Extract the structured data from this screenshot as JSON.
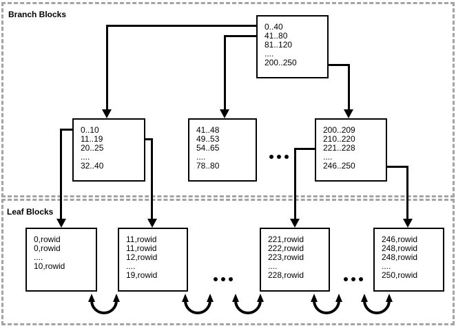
{
  "diagram": {
    "regions": {
      "branch": {
        "label": "Branch Blocks"
      },
      "leaf": {
        "label": "Leaf Blocks"
      }
    },
    "blocks": {
      "root": {
        "lines": [
          "0..40",
          "41..80",
          "81..120",
          "....",
          "200..250"
        ]
      },
      "branch_left": {
        "lines": [
          "0..10",
          "11..19",
          "20..25",
          "....",
          "32..40"
        ]
      },
      "branch_mid": {
        "lines": [
          "41..48",
          "49..53",
          "54..65",
          "....",
          "78..80"
        ]
      },
      "branch_right": {
        "lines": [
          "200..209",
          "210..220",
          "221..228",
          "....",
          "246..250"
        ]
      },
      "leaf_1": {
        "lines": [
          "0,rowid",
          "0,rowid",
          "....",
          "10,rowid"
        ]
      },
      "leaf_2": {
        "lines": [
          "11,rowid",
          "11,rowid",
          "12,rowid",
          "....",
          "19,rowid"
        ]
      },
      "leaf_3": {
        "lines": [
          "221,rowid",
          "222,rowid",
          "223,rowid",
          "....",
          "228,rowid"
        ]
      },
      "leaf_4": {
        "lines": [
          "246,rowid",
          "248,rowid",
          "248,rowid",
          "....",
          "250,rowid"
        ]
      }
    },
    "icons": {
      "ellipsis": "three-dots",
      "pointer": "arrow-down",
      "leaf_link": "double-headed-curved-arrow"
    },
    "colors": {
      "background": "#ffffff",
      "line": "#000000",
      "dashed_border": "#a3a3a3",
      "text": "#000000"
    }
  }
}
